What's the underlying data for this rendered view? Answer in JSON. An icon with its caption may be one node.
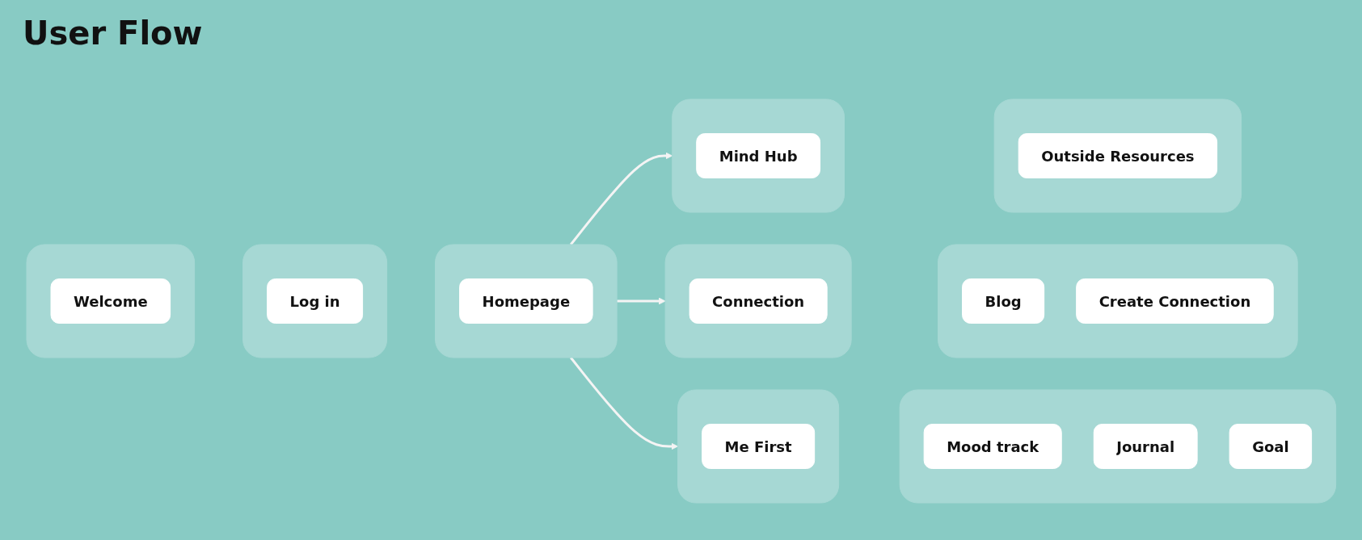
{
  "diagram": {
    "title": "User Flow",
    "nodes": [
      {
        "text": [],
        "shape": "box"
      },
      {
        "text": [
          "Welcome"
        ],
        "in": 0
      },
      {
        "text": [],
        "shape": "box"
      },
      {
        "text": [
          "Log in"
        ],
        "in": 2
      },
      {
        "text": [],
        "shape": "box"
      },
      {
        "text": [
          "Homepage"
        ],
        "in": 4
      },
      {
        "text": [],
        "shape": "box"
      },
      {
        "text": [
          "Mind Hub"
        ],
        "in": 6
      },
      {
        "text": [],
        "shape": "box"
      },
      {
        "text": [
          "Outside Resources"
        ],
        "in": 8
      },
      {
        "text": [],
        "shape": "box"
      },
      {
        "text": [
          "Connection"
        ],
        "in": 10
      },
      {
        "text": [],
        "shape": "box"
      },
      {
        "text": [
          "Blog"
        ],
        "in": 12
      },
      {
        "text": [
          "Create Connection"
        ],
        "in": 12
      },
      {
        "text": [],
        "shape": "box"
      },
      {
        "text": [
          "Me First"
        ],
        "in": 15
      },
      {
        "text": [],
        "shape": "box"
      },
      {
        "text": [
          "Mood track"
        ],
        "in": 17
      },
      {
        "text": [
          "Journal"
        ],
        "in": 17
      },
      {
        "text": [
          "Goal"
        ],
        "in": 17
      }
    ],
    "edges": [
      {
        "from": 4,
        "to": 6,
        "arrow": "to"
      },
      {
        "from": 4,
        "to": 10,
        "arrow": "to"
      },
      {
        "from": 4,
        "to": 15,
        "arrow": "to"
      }
    ]
  }
}
